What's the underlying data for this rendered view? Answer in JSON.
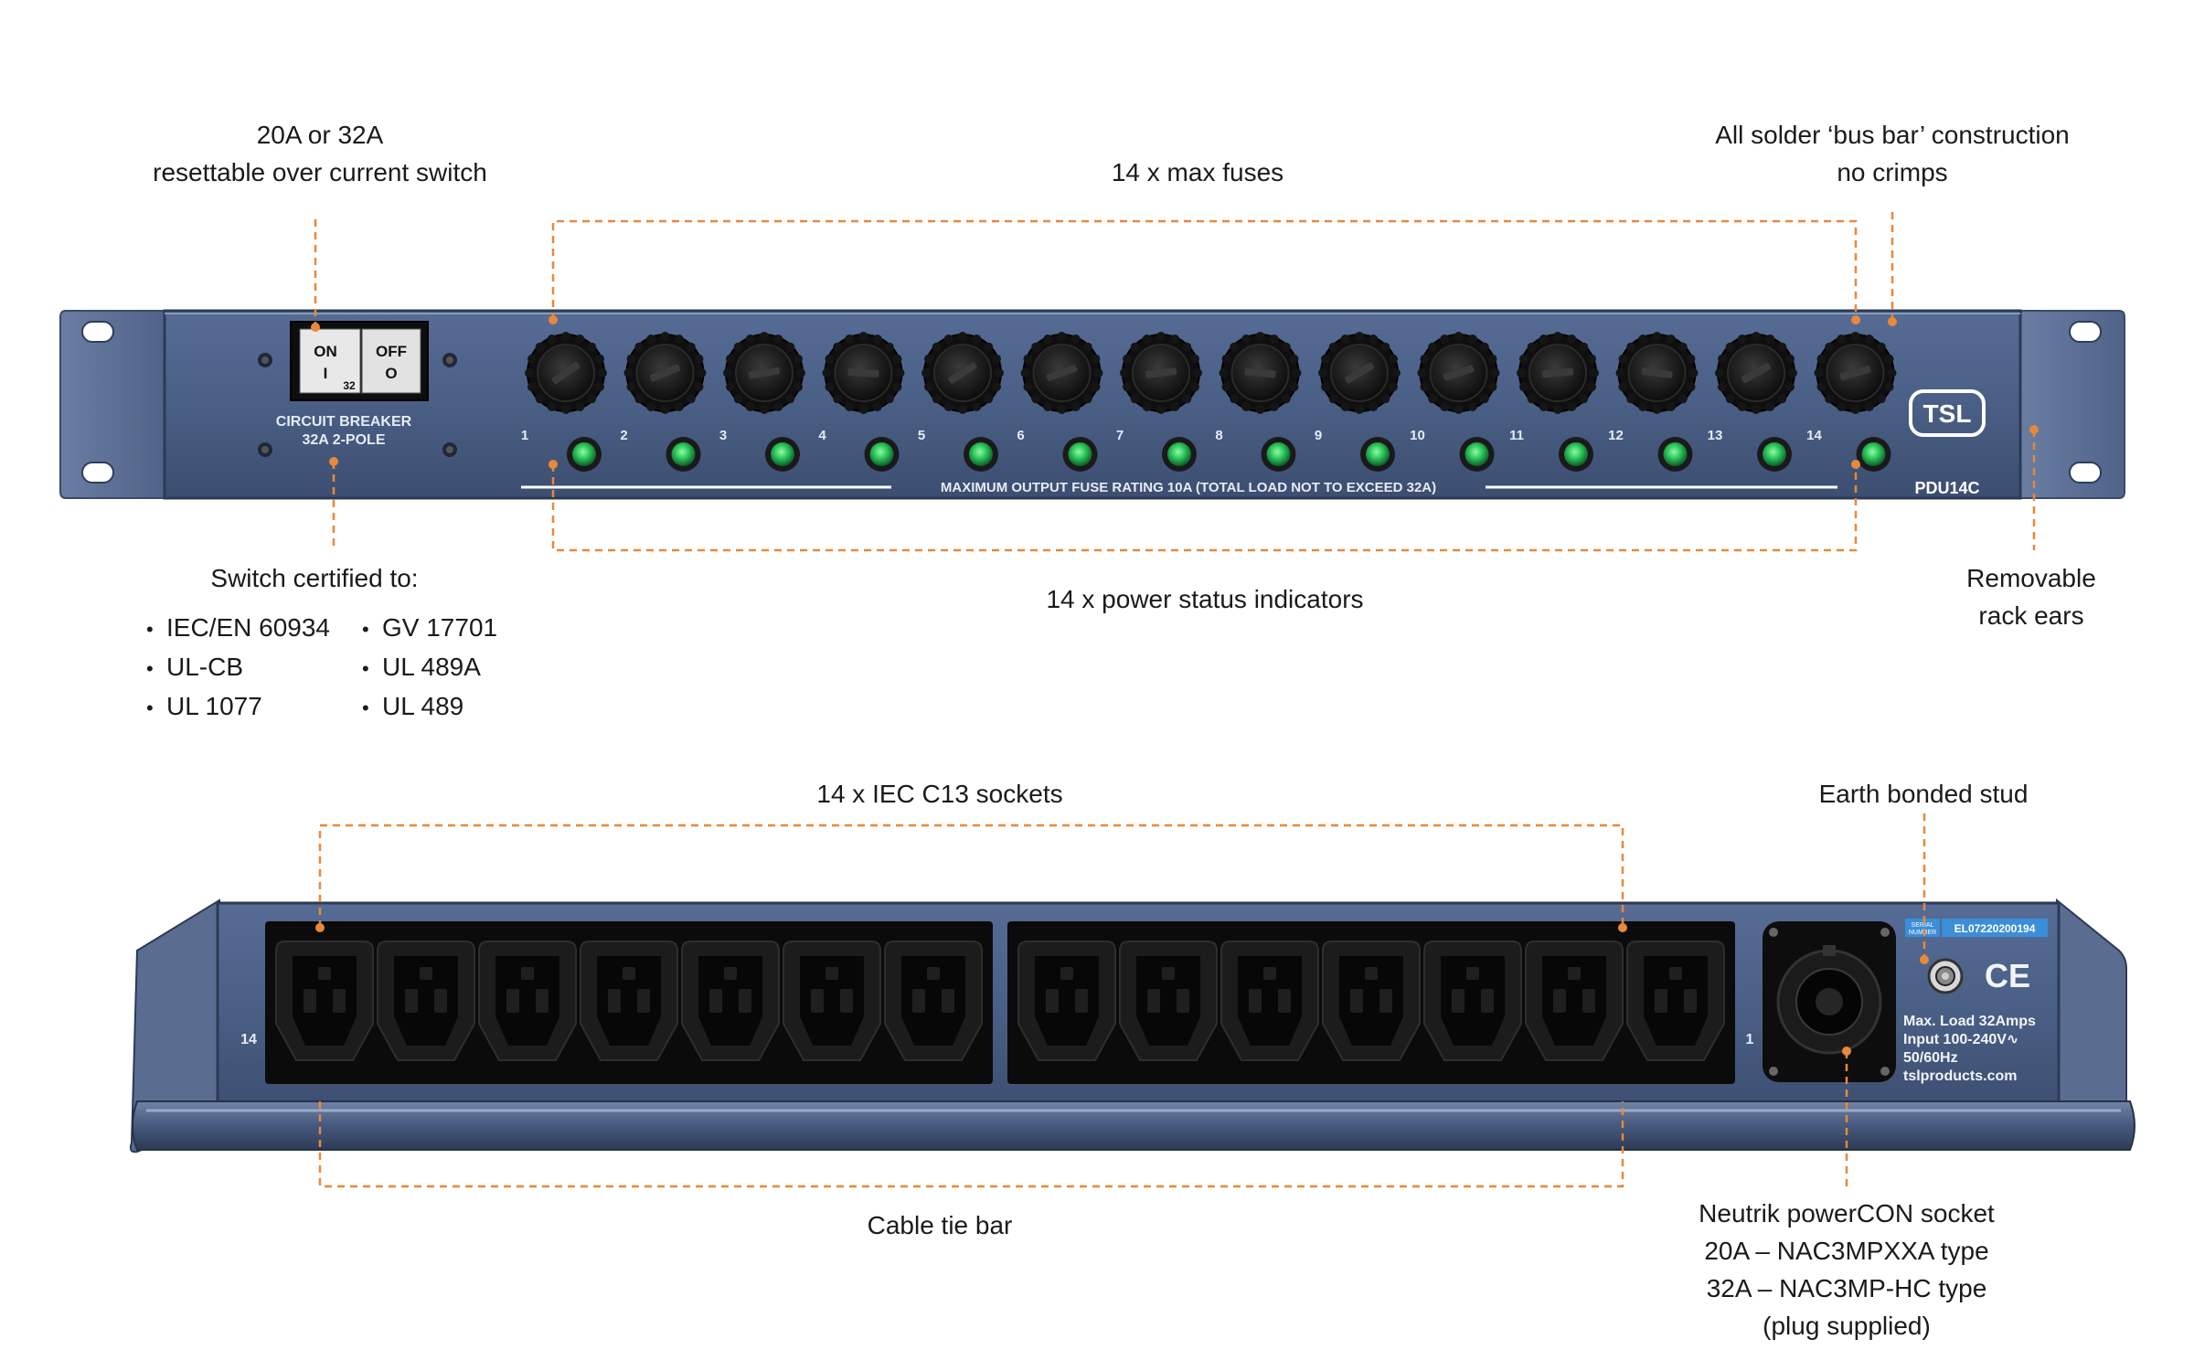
{
  "callouts": {
    "breaker_rating": [
      "20A or 32A",
      "resettable over current switch"
    ],
    "fuses": "14 x max fuses",
    "bus_bar": [
      "All solder ‘bus bar’ construction",
      "no crimps"
    ],
    "switch_cert_title": "Switch certified to:",
    "switch_cert_col1": [
      "IEC/EN 60934",
      "UL-CB",
      "UL 1077"
    ],
    "switch_cert_col2": [
      "GV 17701",
      "UL 489A",
      "UL 489"
    ],
    "indicators": "14 x power status indicators",
    "rack_ears": [
      "Removable",
      "rack ears"
    ],
    "sockets": "14 x IEC C13 sockets",
    "earth_stud": "Earth bonded stud",
    "cable_tie": "Cable tie bar",
    "powercon": [
      "Neutrik powerCON socket",
      "20A – NAC3MPXXA type",
      "32A – NAC3MP-HC type",
      "(plug supplied)"
    ]
  },
  "front_panel": {
    "switch_on": "ON",
    "switch_on_symbol": "I",
    "switch_off": "OFF",
    "switch_off_symbol": "O",
    "switch_rating": "32",
    "breaker_caption": [
      "CIRCUIT BREAKER",
      "32A 2-POLE"
    ],
    "channel_numbers": [
      "1",
      "2",
      "3",
      "4",
      "5",
      "6",
      "7",
      "8",
      "9",
      "10",
      "11",
      "12",
      "13",
      "14"
    ],
    "fuse_rating_text": "MAXIMUM OUTPUT FUSE RATING 10A (TOTAL LOAD NOT TO EXCEED 32A)",
    "brand": "TSL",
    "model": "PDU14C"
  },
  "rear_panel": {
    "left_number": "14",
    "right_number": "1",
    "serial_label": [
      "SERIAL",
      "NUMBER"
    ],
    "serial_value": "EL07220200194",
    "ce_mark": "CE",
    "spec_lines": [
      "Max. Load 32Amps",
      "Input 100-240V∿",
      "50/60Hz",
      "tslproducts.com"
    ]
  },
  "colors": {
    "panel": "#4a5f85",
    "panel_dark": "#2f3d58",
    "ear": "#5a6d91",
    "callout_line": "#e8883a",
    "led": "#27c25a",
    "socket": "#141414"
  }
}
